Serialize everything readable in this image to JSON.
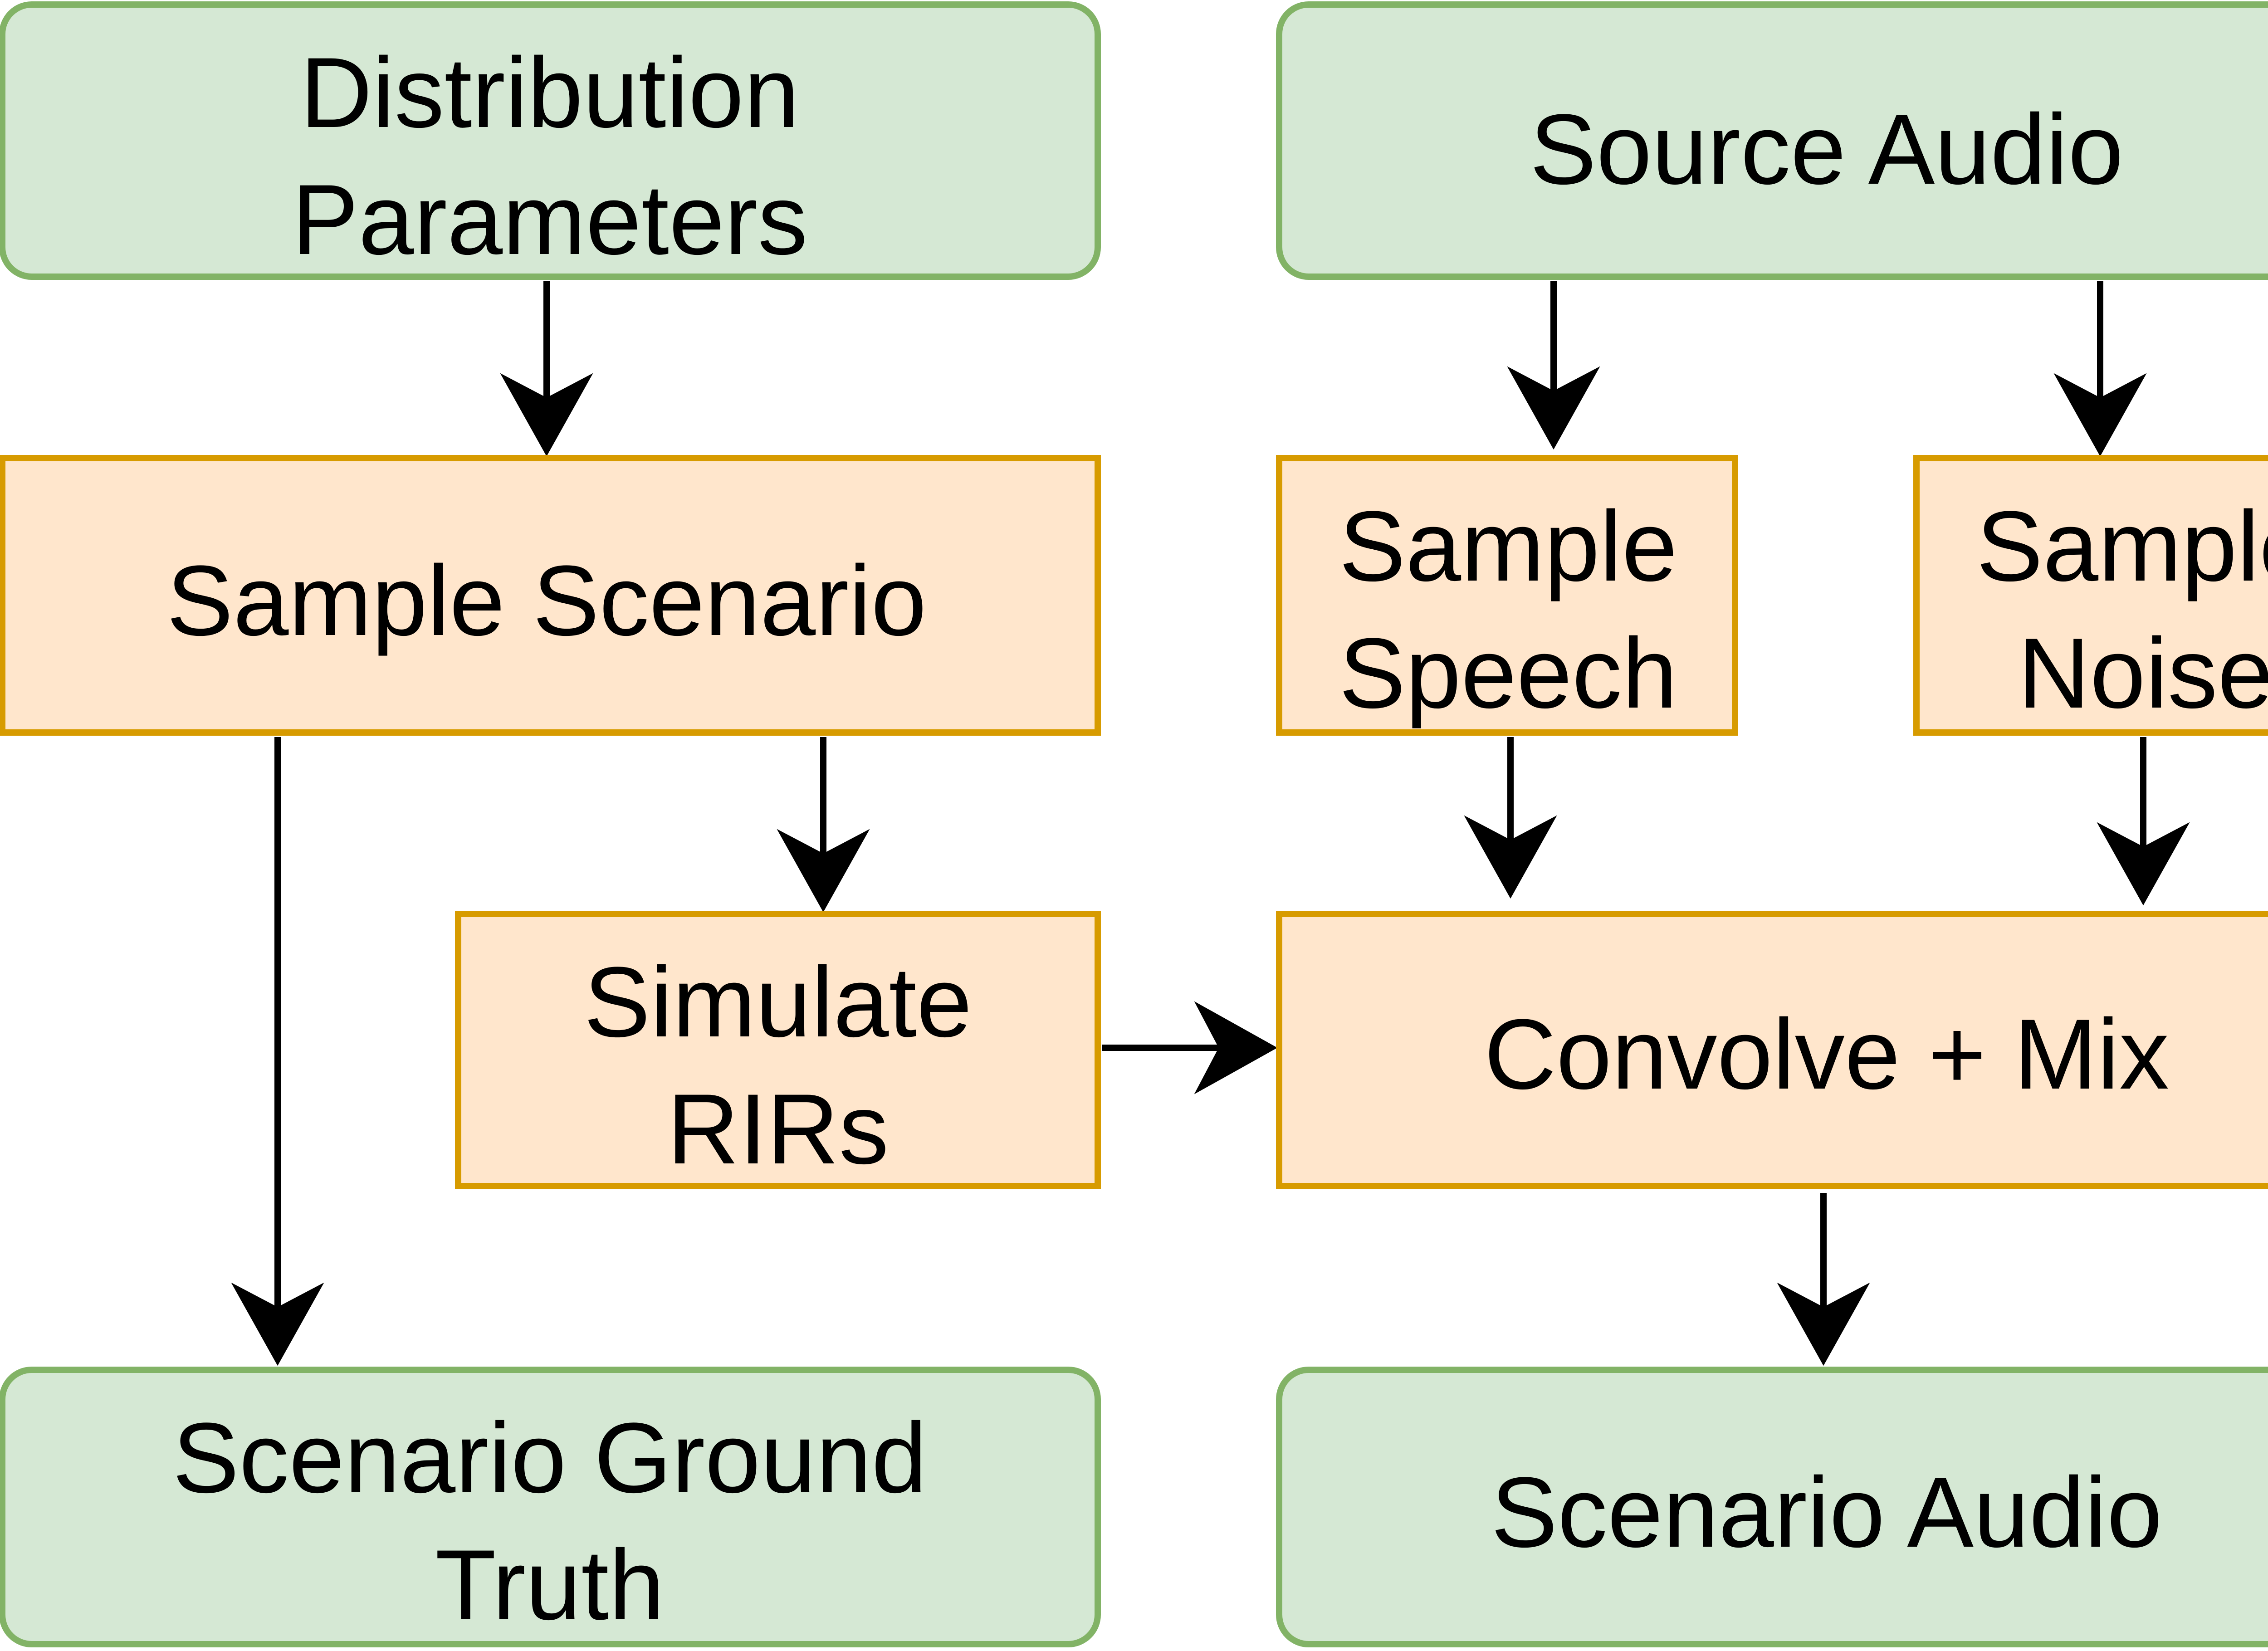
{
  "colors": {
    "input_fill": "#d5e8d4",
    "input_stroke": "#82b366",
    "process_fill": "#ffe6cc",
    "process_stroke": "#d79b00",
    "edge": "#000000",
    "text": "#000000"
  },
  "nodes": {
    "distribution_parameters": {
      "line1": "Distribution",
      "line2": "Parameters"
    },
    "source_audio": {
      "line1": "Source Audio"
    },
    "sample_scenario": {
      "line1": "Sample Scenario"
    },
    "sample_speech": {
      "line1": "Sample",
      "line2": "Speech"
    },
    "sample_noise": {
      "line1": "Sample",
      "line2": "Noise"
    },
    "simulate_rirs": {
      "line1": "Simulate",
      "line2": "RIRs"
    },
    "convolve_mix": {
      "line1": "Convolve + Mix"
    },
    "scenario_ground_truth": {
      "line1": "Scenario Ground",
      "line2": "Truth"
    },
    "scenario_audio": {
      "line1": "Scenario Audio"
    }
  },
  "edges": [
    {
      "from": "distribution_parameters",
      "to": "sample_scenario"
    },
    {
      "from": "source_audio",
      "to": "sample_speech"
    },
    {
      "from": "source_audio",
      "to": "sample_noise"
    },
    {
      "from": "sample_scenario",
      "to": "simulate_rirs"
    },
    {
      "from": "sample_scenario",
      "to": "scenario_ground_truth"
    },
    {
      "from": "sample_speech",
      "to": "convolve_mix"
    },
    {
      "from": "sample_noise",
      "to": "convolve_mix"
    },
    {
      "from": "simulate_rirs",
      "to": "convolve_mix"
    },
    {
      "from": "convolve_mix",
      "to": "scenario_audio"
    }
  ]
}
